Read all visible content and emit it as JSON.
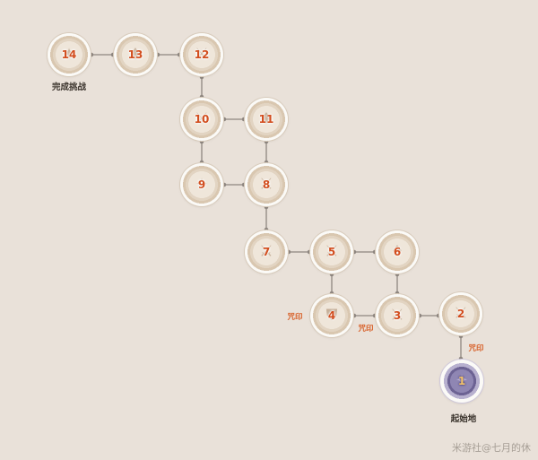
{
  "nodes": [
    {
      "id": "14",
      "label": "14",
      "icon": "compass-rose-icon"
    },
    {
      "id": "13",
      "label": "13",
      "icon": "spade-burst-icon"
    },
    {
      "id": "12",
      "label": "12",
      "icon": "crossed-swords-icon"
    },
    {
      "id": "10",
      "label": "10",
      "icon": "crossed-swords-icon"
    },
    {
      "id": "11",
      "label": "11",
      "icon": "flame-seal-icon"
    },
    {
      "id": "9",
      "label": "9",
      "icon": "star-burst-icon"
    },
    {
      "id": "8",
      "label": "8",
      "icon": "crossed-swords-icon"
    },
    {
      "id": "7",
      "label": "7",
      "icon": "crossed-swords-icon"
    },
    {
      "id": "5",
      "label": "5",
      "icon": "crossed-swords-icon"
    },
    {
      "id": "6",
      "label": "6",
      "icon": "flame-seal-icon"
    },
    {
      "id": "4",
      "label": "4",
      "icon": "shield-icon"
    },
    {
      "id": "3",
      "label": "3",
      "icon": "crossed-swords-icon"
    },
    {
      "id": "2",
      "label": "2",
      "icon": "crossed-swords-icon"
    },
    {
      "id": "1",
      "label": "1",
      "icon": "star-burst-icon"
    }
  ],
  "labels": {
    "finish": "完成挑战",
    "start": "起始地",
    "curse_1": "咒印",
    "curse_2": "咒印",
    "curse_3": "咒印"
  },
  "watermark": "米游社@七月的休",
  "colors": {
    "background": "#e9e1d9",
    "node_number": "#d24e1f",
    "curse_label": "#d8612a",
    "connector": "#8f8780",
    "start_node": "#8f86b3"
  }
}
